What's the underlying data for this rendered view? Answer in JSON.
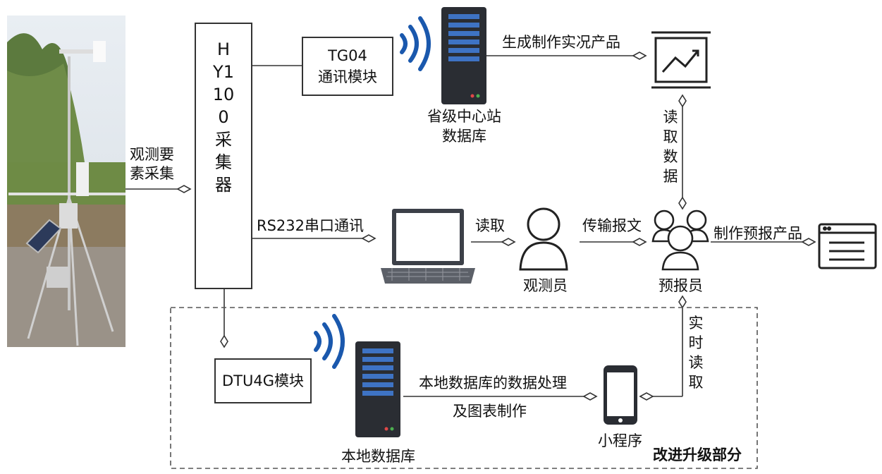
{
  "colors": {
    "line": "#333333",
    "server_dark": "#2a2d33",
    "server_slot": "#3e73c4",
    "wifi": "#1a58ad",
    "laptop_body": "#3c4048",
    "laptop_screen": "#ffffff",
    "phone": "#2a2d33",
    "person_stroke": "#222222",
    "dashed_border": "#555555"
  },
  "icons": {
    "station": "weather-station-photo",
    "provincial_server": "server-icon",
    "provincial_wifi": "wifi-signal-icon",
    "monitor": "trend-chart-monitor-icon",
    "laptop": "laptop-icon",
    "observer": "person-icon",
    "forecasters": "group-of-people-icon",
    "report": "browser-window-icon",
    "local_server": "server-icon",
    "local_wifi": "wifi-signal-icon",
    "phone": "smartphone-icon"
  },
  "labels": {
    "collector": "HY1100采集器",
    "element_collect": "观测要素采集",
    "tg04": "TG04",
    "tg04_sub": "通讯模块",
    "provincial_db_line1": "省级中心站",
    "provincial_db_line2": "数据库",
    "generate_products": "生成制作实况产品",
    "read_data": "读取数据",
    "rs232": "RS232串口通讯",
    "read": "读取",
    "transmit": "传输报文",
    "make_forecast": "制作预报产品",
    "observer": "观测员",
    "forecaster": "预报员",
    "dtu": "DTU4G模块",
    "local_processing_1": "本地数据库的数据处理",
    "local_processing_2": "及图表制作",
    "local_db": "本地数据库",
    "realtime_read": "实时读取",
    "mini_program": "小程序",
    "upgrade_part": "改进升级部分"
  }
}
